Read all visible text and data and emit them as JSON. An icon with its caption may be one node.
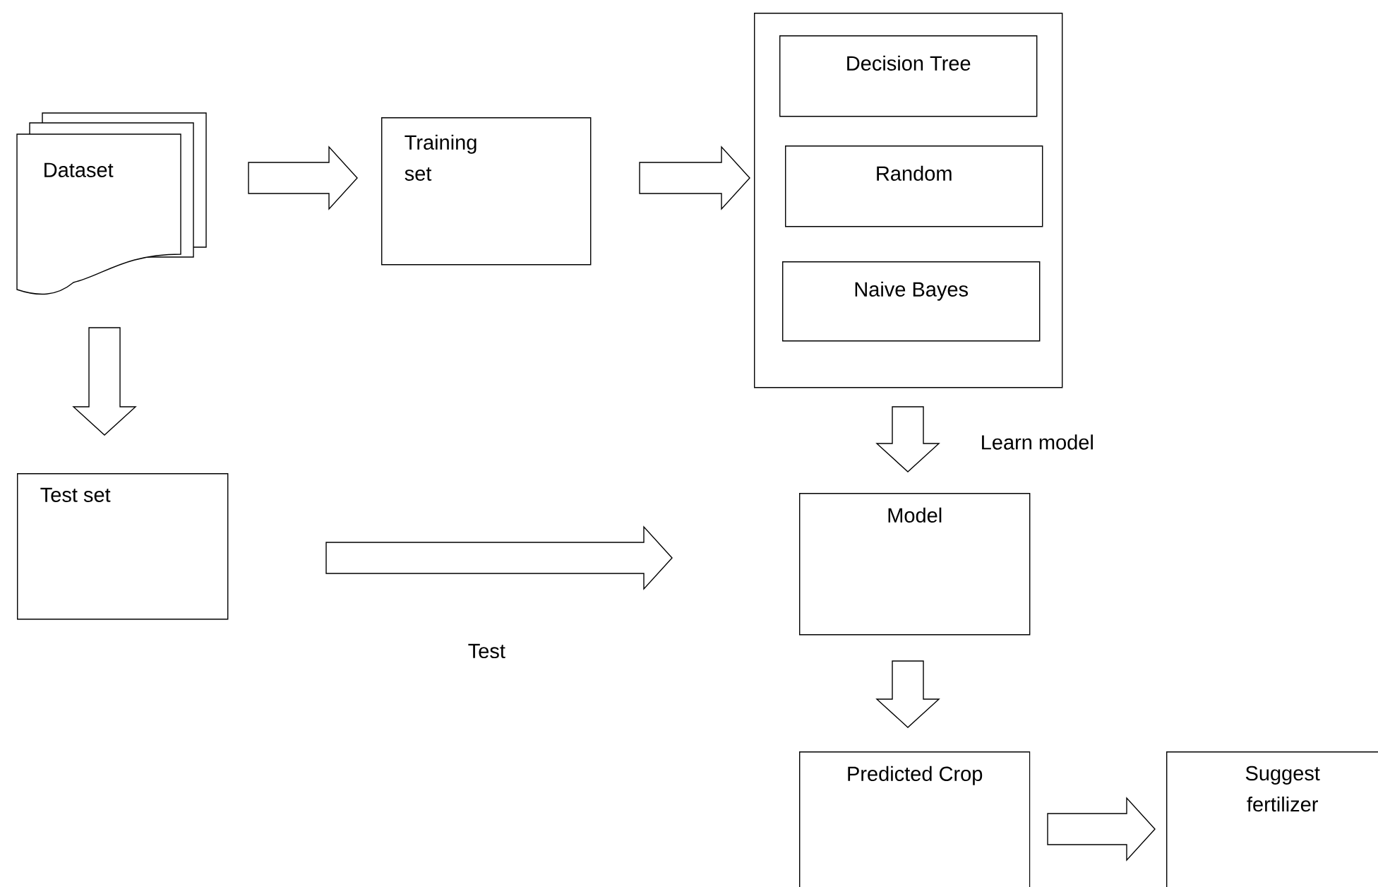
{
  "diagram": {
    "nodes": [
      {
        "text": [
          "Dataset"
        ]
      },
      {
        "text": [
          "Training set"
        ]
      },
      {
        "text": [],
        "shape": "box"
      },
      {
        "text": [
          "Decision Tree"
        ],
        "in": 2
      },
      {
        "text": [
          "Random"
        ],
        "in": 2
      },
      {
        "text": [
          "Naive Bayes"
        ],
        "in": 2
      },
      {
        "text": [
          "Test set"
        ]
      },
      {
        "text": [
          "Model"
        ]
      },
      {
        "text": [
          "Predicted Crop"
        ]
      },
      {
        "text": [
          "Suggest fertilizer"
        ]
      }
    ],
    "edges": [
      {
        "from": 0,
        "to": 1,
        "arrow": "to"
      },
      {
        "from": 1,
        "to": 2,
        "arrow": "to"
      },
      {
        "from": 0,
        "to": 6,
        "arrow": "to"
      },
      {
        "from": 2,
        "to": 7,
        "arrow": "to",
        "label": "Learn model"
      },
      {
        "from": 6,
        "to": 7,
        "arrow": "to",
        "label": "Test"
      },
      {
        "from": 7,
        "to": 8,
        "arrow": "to"
      },
      {
        "from": 8,
        "to": 9,
        "arrow": "to"
      }
    ]
  }
}
